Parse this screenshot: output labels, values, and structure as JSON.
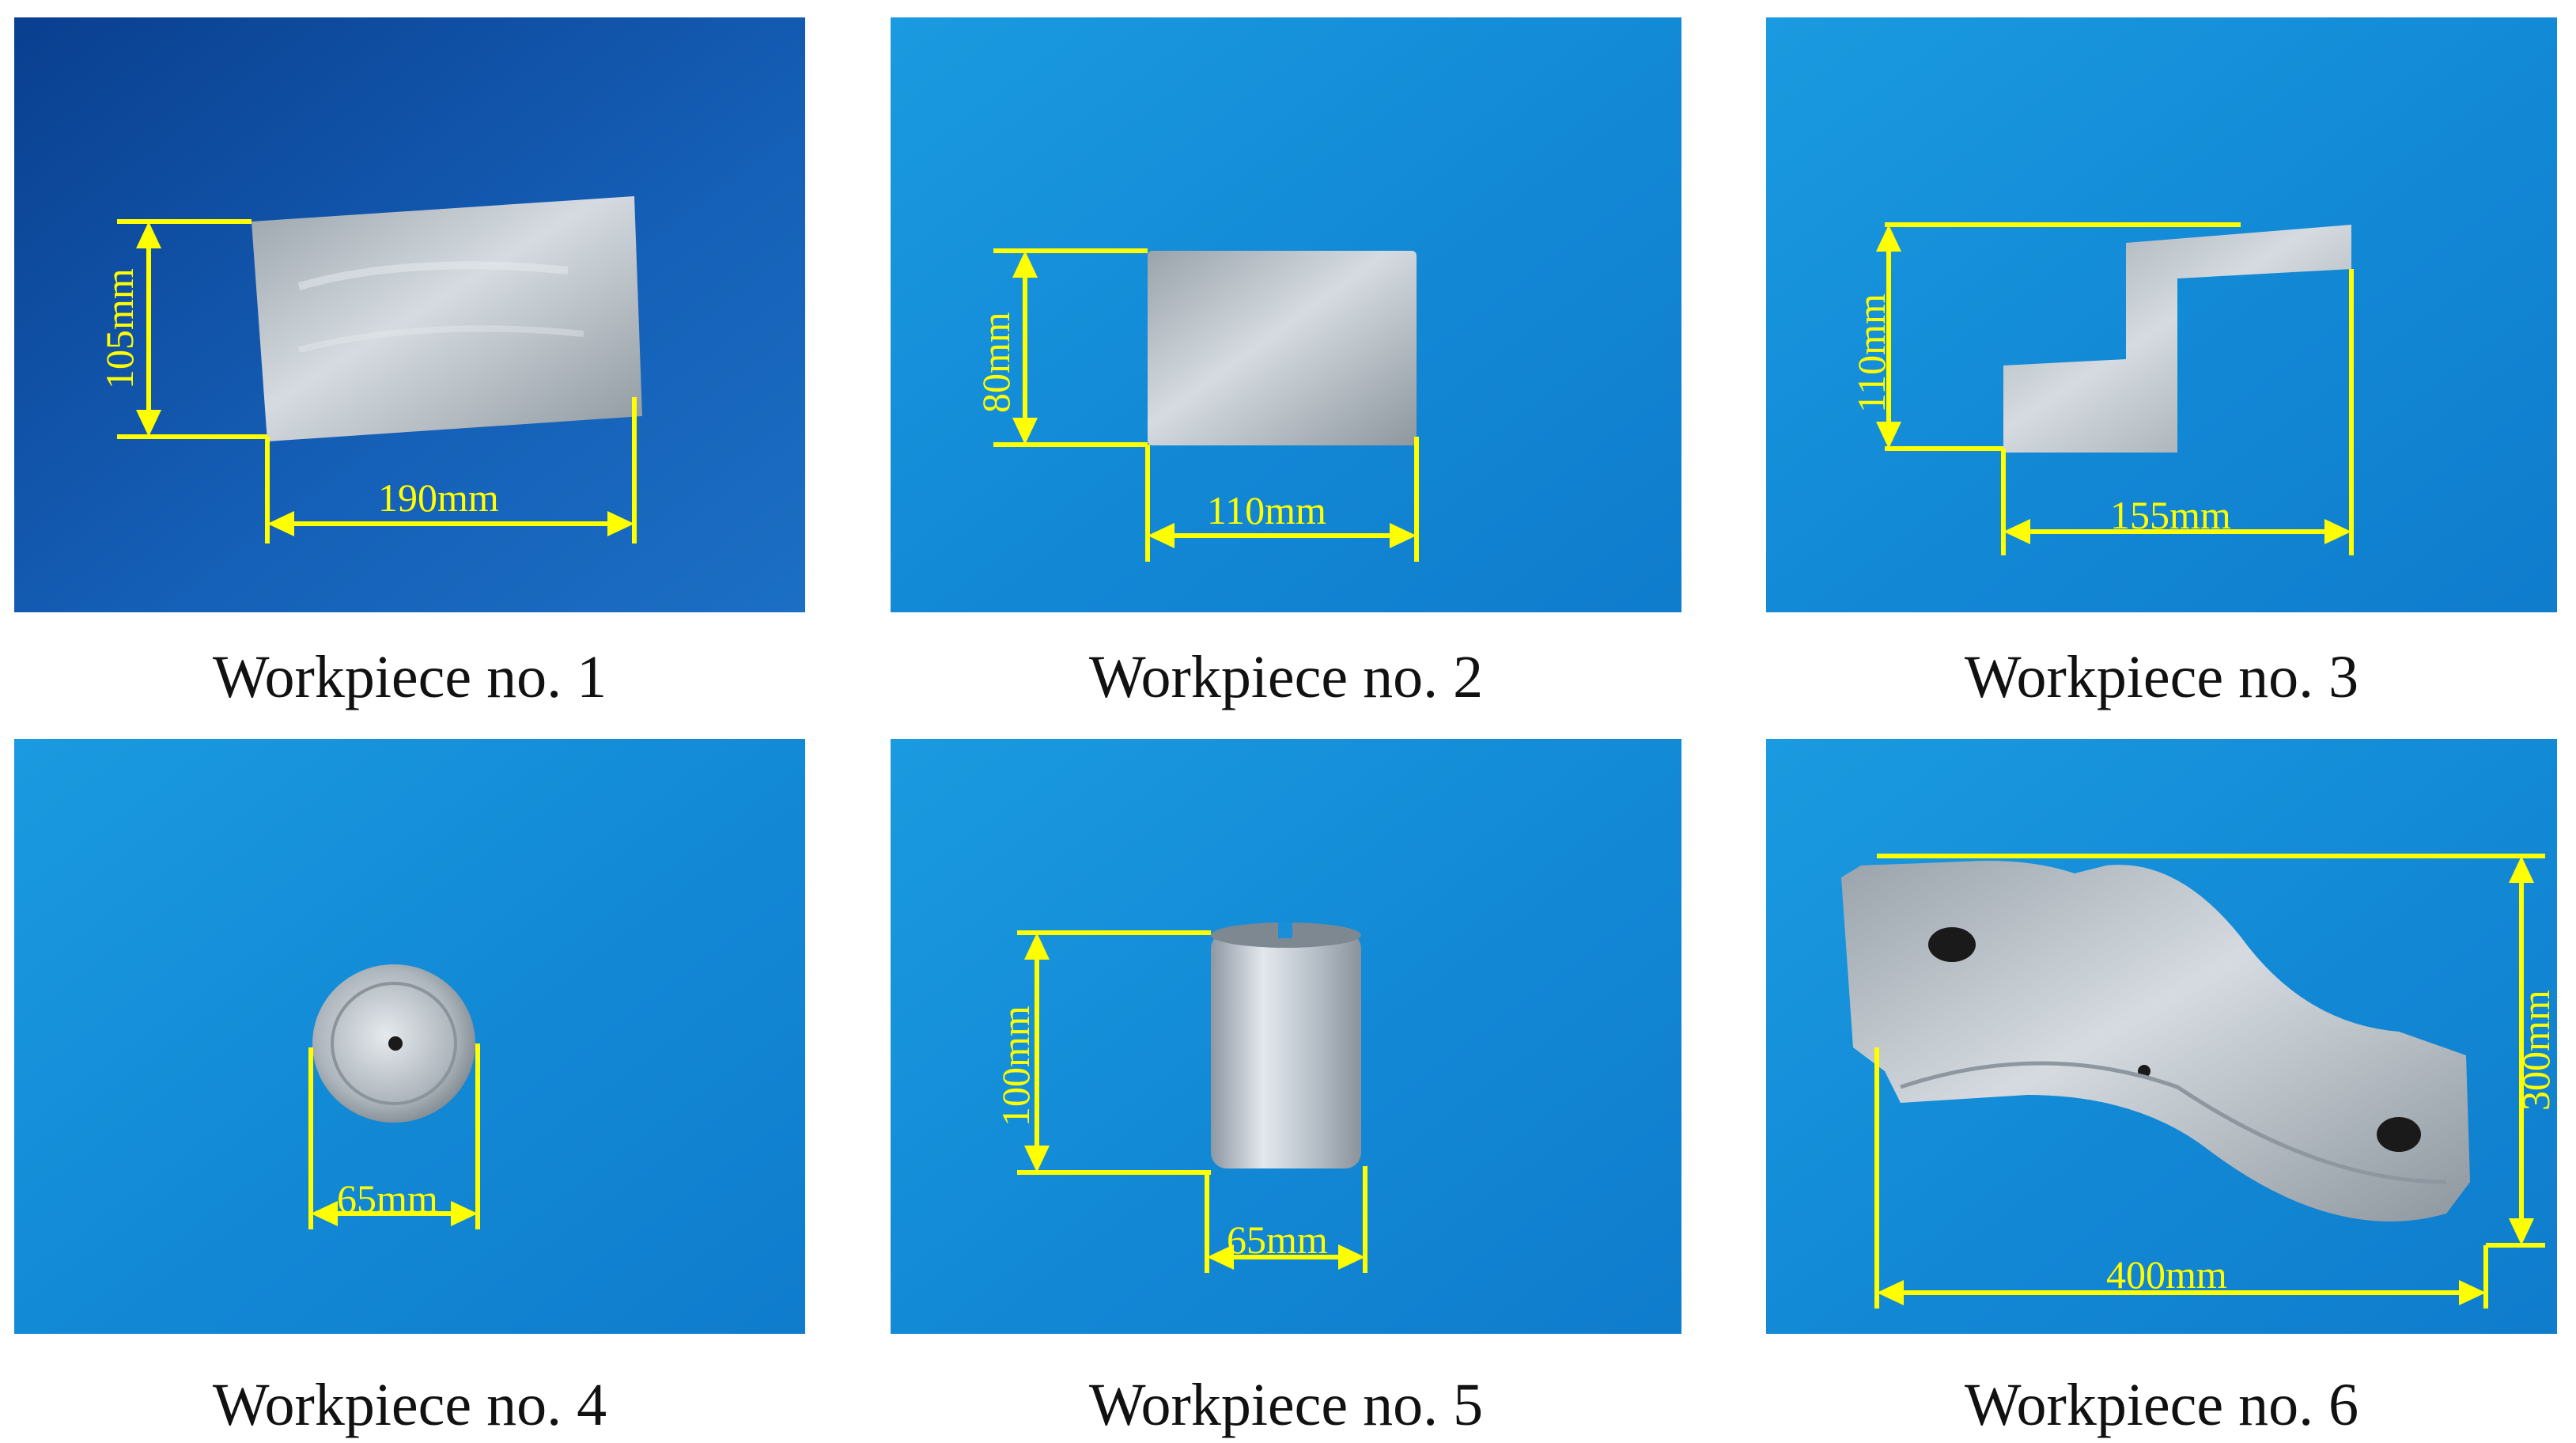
{
  "colors": {
    "background_dark": "#0a4ea6",
    "background_light": "#1aa0e0",
    "dimension_line": "#ffff00",
    "metal": "#b9c1c8"
  },
  "panels": [
    {
      "caption": "Workpiece no. 1",
      "dims": [
        "105mm",
        "190mm"
      ]
    },
    {
      "caption": "Workpiece no. 2",
      "dims": [
        "80mm",
        "110mm"
      ]
    },
    {
      "caption": "Workpiece no. 3",
      "dims": [
        "110mm",
        "155mm"
      ]
    },
    {
      "caption": "Workpiece no. 4",
      "dims": [
        "65mm"
      ]
    },
    {
      "caption": "Workpiece no. 5",
      "dims": [
        "100mm",
        "65mm"
      ]
    },
    {
      "caption": "Workpiece no. 6",
      "dims": [
        "300mm",
        "400mm"
      ]
    }
  ]
}
